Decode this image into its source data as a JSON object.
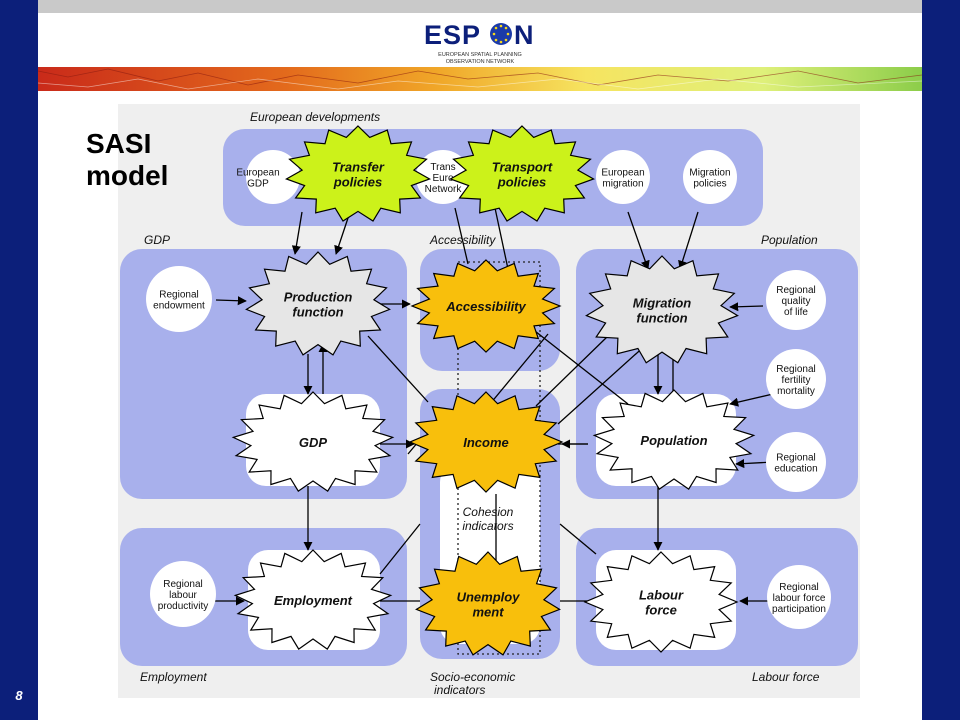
{
  "slide": {
    "title": "SASI\nmodel",
    "page_number": "8"
  },
  "logo": {
    "name": "ESPON",
    "line1": "EUROPEAN SPATIAL PLANNING",
    "line2": "OBSERVATION NETWORK"
  },
  "colors": {
    "navy": "#0c1f7a",
    "panel": "#a8b0ec",
    "green": "#ccf21a",
    "orange": "#f8bf0c",
    "grey_node": "#e6e6e6",
    "diagram_bg": "#efefef"
  },
  "diagram": {
    "sections": {
      "european_developments": "European developments",
      "gdp": "GDP",
      "accessibility": "Accessibility",
      "population": "Population",
      "employment": "Employment",
      "socio_economic_1": "Socio-economic",
      "socio_economic_2": "indicators",
      "labour_force": "Labour force"
    },
    "circles": {
      "european_gdp": [
        "European",
        "GDP"
      ],
      "trans_network": [
        "Trans",
        "Euro",
        "Network"
      ],
      "european_migration": [
        "European",
        "migration"
      ],
      "migration_policies": [
        "Migration",
        "policies"
      ],
      "regional_endowment": [
        "Regional",
        "endowment"
      ],
      "regional_quality": [
        "Regional",
        "quality",
        "of life"
      ],
      "regional_fertility": [
        "Regional",
        "fertility",
        "mortality"
      ],
      "regional_education": [
        "Regional",
        "education"
      ],
      "regional_labour_productivity": [
        "Regional",
        "labour",
        "productivity"
      ],
      "regional_labour_force_participation": [
        "Regional",
        "labour force",
        "participation"
      ]
    },
    "nodes": {
      "transfer_policies": [
        "Transfer",
        "policies"
      ],
      "transport_policies": [
        "Transport",
        "policies"
      ],
      "production_function": [
        "Production",
        "function"
      ],
      "accessibility": [
        "Accessibility"
      ],
      "migration_function": [
        "Migration",
        "function"
      ],
      "gdp": [
        "GDP"
      ],
      "income": [
        "Income"
      ],
      "population": [
        "Population"
      ],
      "cohesion_indicators": [
        "Cohesion",
        "indicators"
      ],
      "employment": [
        "Employment"
      ],
      "unemployment": [
        "Unemploy",
        "ment"
      ],
      "labour_force": [
        "Labour",
        "force"
      ]
    }
  }
}
